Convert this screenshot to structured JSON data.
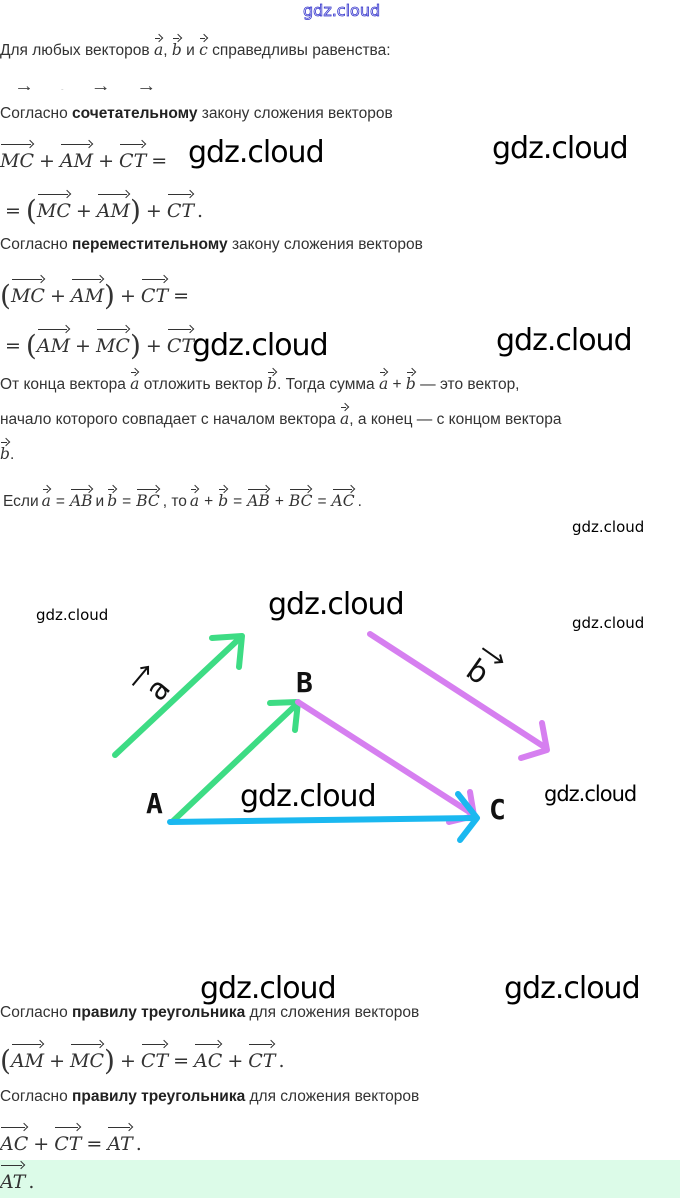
{
  "watermark": "gdz.cloud",
  "intro": {
    "before": "Для любых векторов",
    "v1": "a",
    "sep": ",",
    "v2": "b",
    "and": "и",
    "v3": "c",
    "after": "справедливы равенства:"
  },
  "partial_line": "→ . → → ",
  "assoc": {
    "prefix": "Согласно",
    "bold": "сочетательному",
    "suffix": "закону сложения векторов"
  },
  "comm": {
    "prefix": "Согласно",
    "bold": "переместительному",
    "suffix": "закону сложения векторов"
  },
  "math_lines": {
    "m1": [
      {
        "v": "MC"
      },
      {
        "o": "+"
      },
      {
        "v": "AM"
      },
      {
        "o": "+"
      },
      {
        "v": "CT"
      },
      {
        "o": "="
      }
    ],
    "m2": [
      {
        "o": "="
      },
      {
        "p": "("
      },
      {
        "v": "MC"
      },
      {
        "o": "+"
      },
      {
        "v": "AM"
      },
      {
        "p": ")"
      },
      {
        "o": "+"
      },
      {
        "v": "CT"
      },
      {
        "t": "."
      }
    ],
    "m3": [
      {
        "p": "("
      },
      {
        "v": "MC"
      },
      {
        "o": "+"
      },
      {
        "v": "AM"
      },
      {
        "p": ")"
      },
      {
        "o": "+"
      },
      {
        "v": "CT"
      },
      {
        "o": "="
      }
    ],
    "m4": [
      {
        "o": "="
      },
      {
        "p": "("
      },
      {
        "v": "AM"
      },
      {
        "o": "+"
      },
      {
        "v": "MC"
      },
      {
        "p": ")"
      },
      {
        "o": "+"
      },
      {
        "v": "CT"
      }
    ],
    "m5": [
      {
        "p": "("
      },
      {
        "v": "AM"
      },
      {
        "o": "+"
      },
      {
        "v": "MC"
      },
      {
        "p": ")"
      },
      {
        "o": "+"
      },
      {
        "v": "CT"
      },
      {
        "o": "="
      },
      {
        "v": "AC"
      },
      {
        "o": "+"
      },
      {
        "v": "CT"
      },
      {
        "t": "."
      }
    ],
    "m6": [
      {
        "v": "AC"
      },
      {
        "o": "+"
      },
      {
        "v": "CT"
      },
      {
        "o": "="
      },
      {
        "v": "AT"
      },
      {
        "t": "."
      }
    ],
    "m7": [
      {
        "v": "AT"
      },
      {
        "t": "."
      }
    ]
  },
  "explain": {
    "l1a": "От конца вектора",
    "l1v1": "a",
    "l1b": "отложить вектор",
    "l1v2": "b",
    "l1c": ". Тогда сумма",
    "l1v3": "a",
    "l1plus": "+",
    "l1v4": "b",
    "l1d": "— это вектор,",
    "l2a": "начало которого совпадает с началом вектора",
    "l2v": "a",
    "l2b": ", а конец — с концом вектора",
    "l3v": "b",
    "l3dot": "."
  },
  "if_line": [
    {
      "t": "Если"
    },
    {
      "v": "a"
    },
    {
      "o": "="
    },
    {
      "v": "AB"
    },
    {
      "t": "и"
    },
    {
      "v": "b"
    },
    {
      "o": "="
    },
    {
      "v": "BC"
    },
    {
      "t": ", то"
    },
    {
      "v": "a"
    },
    {
      "o": "+"
    },
    {
      "v": "b"
    },
    {
      "o": "="
    },
    {
      "v": "AB"
    },
    {
      "o": "+"
    },
    {
      "v": "BC"
    },
    {
      "o": "="
    },
    {
      "v": "AC"
    },
    {
      "t": "."
    }
  ],
  "triangle": {
    "prefix": "Согласно",
    "bold": "правилу треугольника",
    "suffix": "для сложения векторов"
  },
  "diagram": {
    "points": {
      "A": "A",
      "B": "B",
      "C": "C"
    },
    "vec_a": "a",
    "vec_b": "b",
    "colors": {
      "green": "#3ddc84",
      "purple": "#d67ff0",
      "blue": "#1ab8f0"
    }
  },
  "highlight_color": "#dcfbe8"
}
